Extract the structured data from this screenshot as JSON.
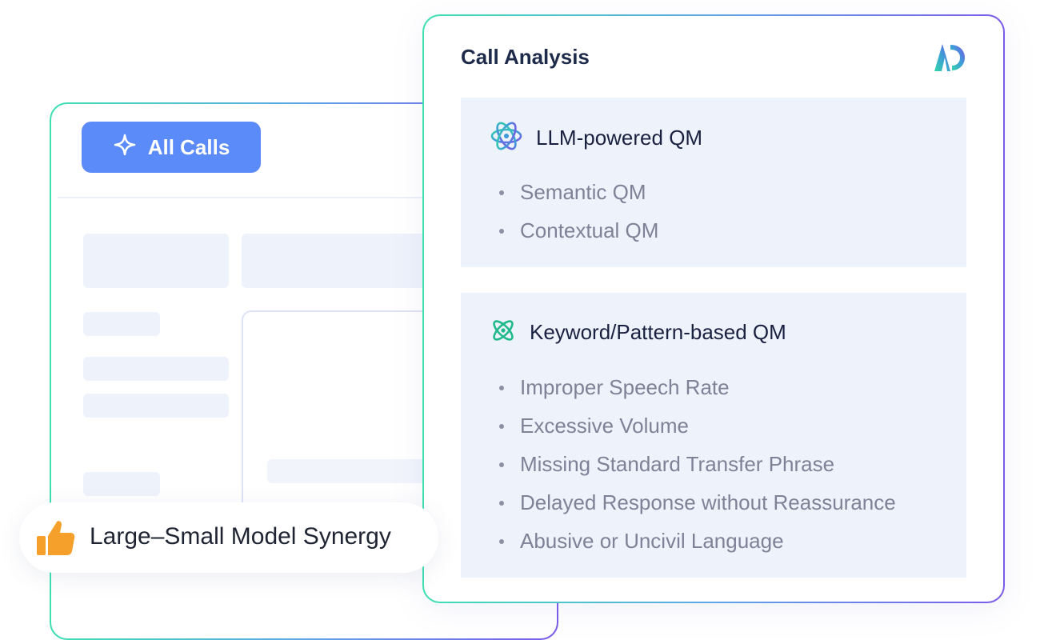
{
  "back_panel": {
    "all_calls_button": {
      "label": "All Calls",
      "icon": "sparkle-icon"
    }
  },
  "synergy_badge": {
    "label": "Large–Small Model Synergy",
    "icon": "thumbs-up-icon"
  },
  "call_analysis": {
    "title": "Call Analysis",
    "logo": "brand-logo-icon",
    "sections": [
      {
        "title": "LLM-powered QM",
        "icon": "atom-icon",
        "items": [
          "Semantic QM",
          "Contextual QM"
        ]
      },
      {
        "title": "Keyword/Pattern-based QM",
        "icon": "orbit-icon",
        "items": [
          "Improper Speech Rate",
          "Excessive Volume",
          "Missing Standard Transfer Phrase",
          "Delayed Response without Reassurance",
          "Abusive or Uncivil Language"
        ]
      }
    ]
  },
  "colors": {
    "button_blue": "#5b8bf9",
    "panel_bg": "#eef2fb",
    "gradient_start": "#3ee0b2",
    "gradient_end": "#7b5bea",
    "thumb_orange": "#f5a02a"
  }
}
